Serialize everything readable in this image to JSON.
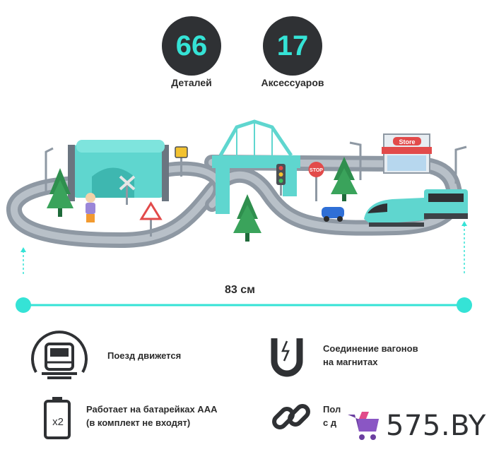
{
  "stats": [
    {
      "value": "66",
      "label": "Деталей"
    },
    {
      "value": "17",
      "label": "Аксессуаров"
    }
  ],
  "signs": {
    "stop": "STOP",
    "store": "Store"
  },
  "dimension": {
    "label": "83 см"
  },
  "features": [
    {
      "line1": "Поезд движется",
      "line2": ""
    },
    {
      "line1": "Соединение вагонов",
      "line2": "на магнитах"
    },
    {
      "line1": "Работает на батарейках ААА",
      "line2": "(в комплект не входят)"
    },
    {
      "line1": "Пол",
      "line2": "с д"
    }
  ],
  "battery_badge": "x2",
  "brand": {
    "name": "575.BY"
  },
  "colors": {
    "accent": "#35e3d6",
    "dark": "#2f3134",
    "track": "#9aa3ad",
    "teal": "#5fd6cf"
  },
  "icons": [
    "train-icon",
    "magnet-icon",
    "battery-icon",
    "chain-link-icon",
    "shopping-cart-icon"
  ]
}
